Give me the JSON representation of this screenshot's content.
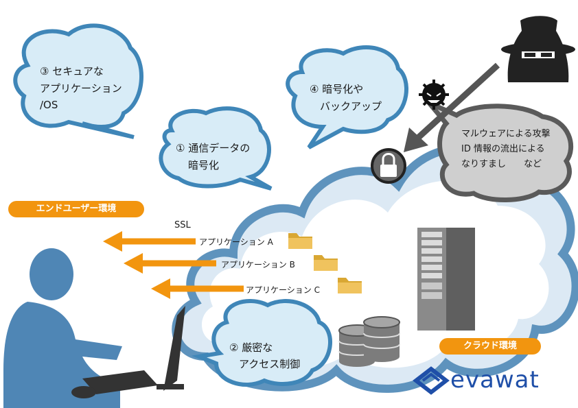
{
  "bubbles": {
    "b3": {
      "line1": "③ セキュアな",
      "line2": "アプリケーション",
      "line3": "/OS"
    },
    "b4": {
      "line1": "④ 暗号化や",
      "line2": "バックアップ"
    },
    "b1": {
      "line1": "① 通信データの",
      "line2": "暗号化"
    },
    "b2": {
      "line1": "② 厳密な",
      "line2": "アクセス制御"
    },
    "threat": {
      "line1": "マルウェアによる攻撃",
      "line2": "ID 情報の流出による",
      "line3": "なりすまし　　など"
    }
  },
  "labels": {
    "end_user": "エンドユーザー環境",
    "cloud": "クラウド環境",
    "ssl": "SSL"
  },
  "apps": [
    "アプリケーション A",
    "アプリケーション B",
    "アプリケーション C"
  ],
  "brand": {
    "name": "evawat"
  },
  "colors": {
    "bubble_fill": "#d8ecf7",
    "bubble_stroke": "#3f86b8",
    "cloud_stroke": "#5e93bd",
    "arrow": "#f2950f",
    "person": "#4f86b5",
    "threat_bubble": "#5a5a5a",
    "brand": "#1f4fa8"
  }
}
